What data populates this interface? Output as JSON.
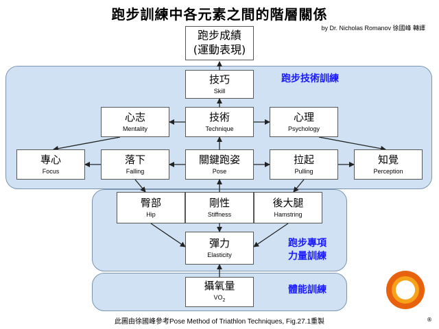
{
  "title": "跑步訓練中各元素之間的階層關係",
  "byline": "by Dr. Nicholas Romanov 徐國峰 轉譯",
  "nodes": {
    "performance": {
      "zh_line1": "跑步成績",
      "zh_line2": "(運動表現)"
    },
    "skill": {
      "zh": "技巧",
      "en": "Skill"
    },
    "mentality": {
      "zh": "心志",
      "en": "Mentality"
    },
    "technique": {
      "zh": "技術",
      "en": "Technique"
    },
    "psychology": {
      "zh": "心理",
      "en": "Psychology"
    },
    "focus": {
      "zh": "專心",
      "en": "Focus"
    },
    "falling": {
      "zh": "落下",
      "en": "Falling"
    },
    "pose": {
      "zh": "關鍵跑姿",
      "en": "Pose"
    },
    "pulling": {
      "zh": "拉起",
      "en": "Pulling"
    },
    "perception": {
      "zh": "知覺",
      "en": "Perception"
    },
    "hip": {
      "zh": "臀部",
      "en": "Hip"
    },
    "stiffness": {
      "zh": "剛性",
      "en": "Stiffness"
    },
    "hamstring": {
      "zh": "後大腿",
      "en": "Hamstring"
    },
    "elasticity": {
      "zh": "彈力",
      "en": "Elasticity"
    },
    "vo2": {
      "zh": "攝氧量",
      "en_prefix": "VO",
      "en_sub": "2"
    }
  },
  "panels": {
    "technique_training": "跑步技術訓練",
    "strength_training_line1": "跑步專項",
    "strength_training_line2": "力量訓練",
    "fitness_training": "體能訓練"
  },
  "footer": "此圖由徐國峰參考Pose Method of Triathlon Techniques, Fig.27.1重製",
  "logo": {
    "icon": "orange-ring-logo",
    "mark": "®",
    "colors": {
      "outer": "#e8610f",
      "inner": "#f7a21b"
    }
  },
  "colors": {
    "panel": "#cfe1f2",
    "panel_label": "#1a1aff",
    "arrow": "#222222"
  }
}
